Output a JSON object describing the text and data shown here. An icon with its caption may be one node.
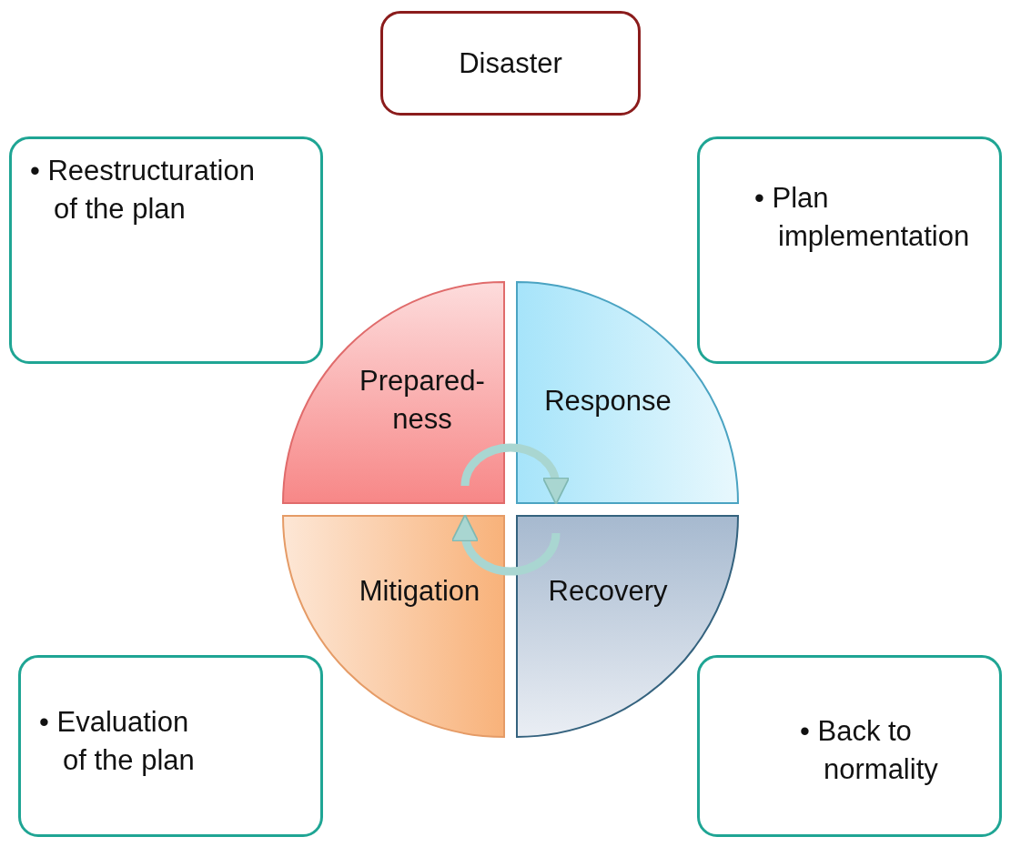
{
  "diagram": {
    "nodes": [
      {
        "text": [
          "Disaster"
        ]
      },
      {
        "text": [
          "• Reestructuration of the plan"
        ]
      },
      {
        "text": [
          "• Plan implementation"
        ]
      },
      {
        "text": [
          "• Evaluation of the plan"
        ]
      },
      {
        "text": [
          "• Back to normality"
        ]
      },
      {
        "text": [
          "Prepared- ness"
        ]
      },
      {
        "text": [
          "Response"
        ]
      },
      {
        "text": [
          "Mitigation"
        ]
      },
      {
        "text": [
          "Recovery"
        ]
      }
    ],
    "edges": [
      {
        "from": 5,
        "to": 6,
        "arrow": "to"
      },
      {
        "from": 8,
        "to": 7,
        "arrow": "to"
      }
    ]
  }
}
